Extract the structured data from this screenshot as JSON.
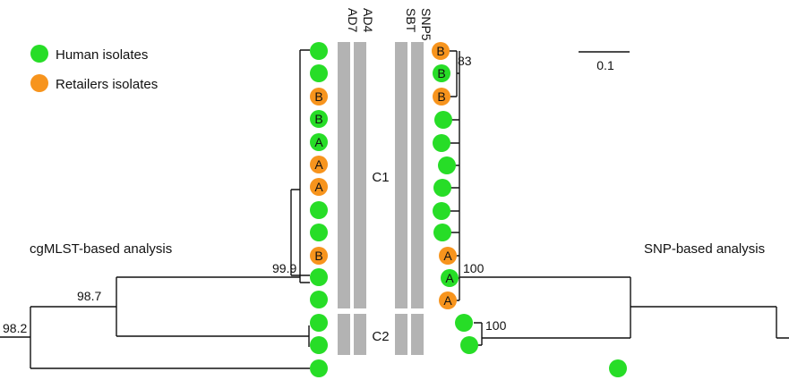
{
  "legend": {
    "human_label": "Human isolates",
    "retail_label": "Retailers isolates"
  },
  "colors": {
    "human": "#27dd27",
    "retail": "#f7941d",
    "bar": "#b3b3b3",
    "line": "#111111"
  },
  "column_headers": [
    "AD7",
    "AD4",
    "SBT",
    "SNP5"
  ],
  "clusters": {
    "c1": "C1",
    "c2": "C2"
  },
  "titles": {
    "left": "cgMLST-based analysis",
    "right": "SNP-based analysis"
  },
  "scale_bar": {
    "label": "0.1"
  },
  "support_values": {
    "left_root": "98.2",
    "left_inner": "98.7",
    "left_c1": "99.9",
    "right_c1": "100",
    "right_top": "83",
    "right_c2": "100"
  },
  "left_isolates": [
    {
      "source": "human",
      "label": ""
    },
    {
      "source": "human",
      "label": ""
    },
    {
      "source": "retail",
      "label": "B"
    },
    {
      "source": "human",
      "label": "B"
    },
    {
      "source": "human",
      "label": "A"
    },
    {
      "source": "retail",
      "label": "A"
    },
    {
      "source": "retail",
      "label": "A"
    },
    {
      "source": "human",
      "label": ""
    },
    {
      "source": "human",
      "label": ""
    },
    {
      "source": "retail",
      "label": "B"
    },
    {
      "source": "human",
      "label": ""
    },
    {
      "source": "human",
      "label": ""
    },
    {
      "source": "human",
      "label": ""
    },
    {
      "source": "human",
      "label": ""
    },
    {
      "source": "human",
      "label": ""
    }
  ],
  "right_isolates": [
    {
      "source": "retail",
      "label": "B"
    },
    {
      "source": "human",
      "label": "B"
    },
    {
      "source": "retail",
      "label": "B"
    },
    {
      "source": "human",
      "label": ""
    },
    {
      "source": "human",
      "label": ""
    },
    {
      "source": "human",
      "label": ""
    },
    {
      "source": "human",
      "label": ""
    },
    {
      "source": "human",
      "label": ""
    },
    {
      "source": "human",
      "label": ""
    },
    {
      "source": "retail",
      "label": "A"
    },
    {
      "source": "human",
      "label": "A"
    },
    {
      "source": "retail",
      "label": "A"
    },
    {
      "source": "human",
      "label": ""
    },
    {
      "source": "human",
      "label": ""
    },
    {
      "source": "human",
      "label": ""
    }
  ]
}
